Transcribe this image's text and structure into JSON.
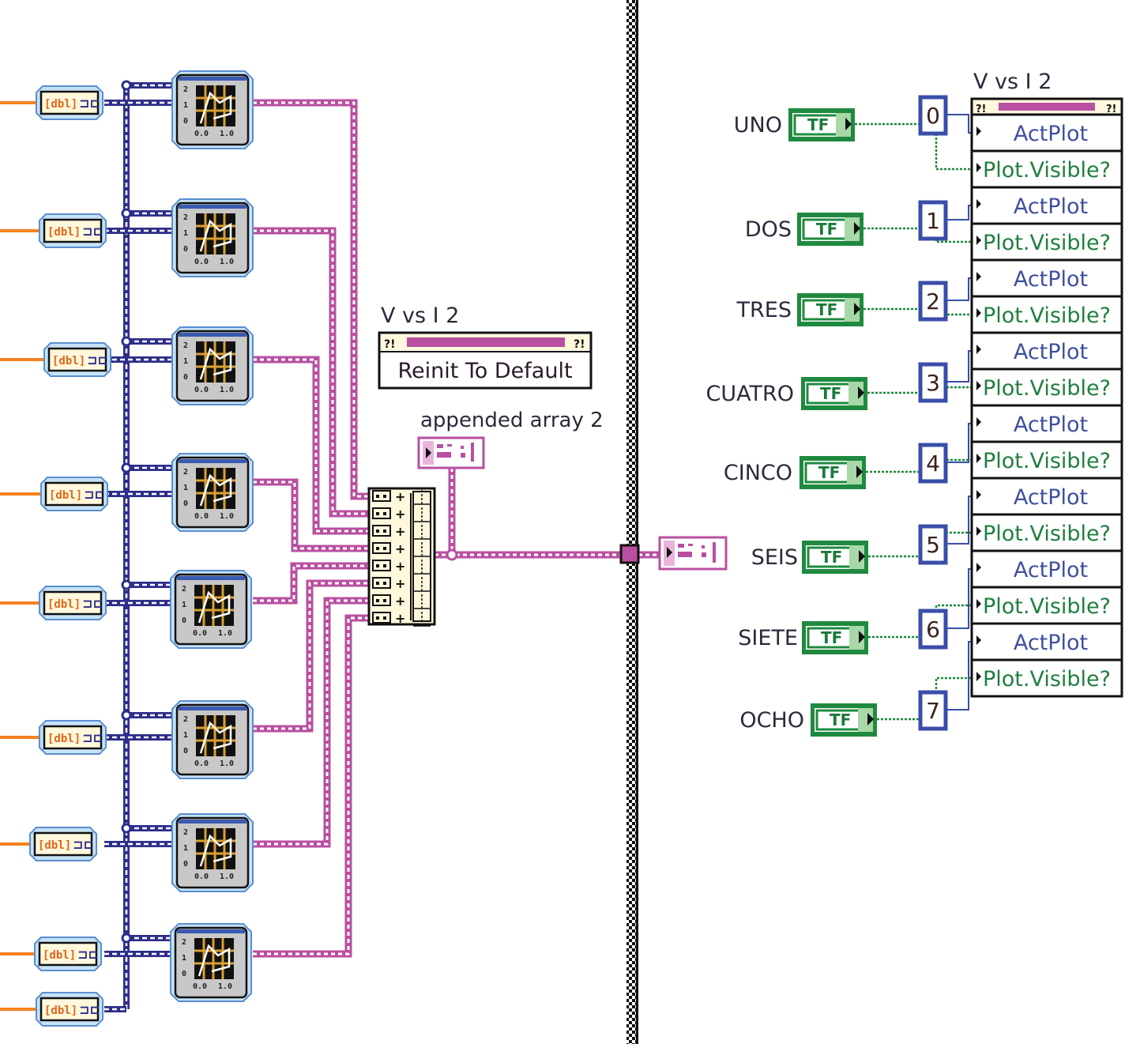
{
  "diagram": {
    "type": "LabVIEW block diagram",
    "left_section": {
      "array_inputs": [
        {
          "glyph": "[dbl]",
          "icon": "array-to-cluster-icon"
        },
        {
          "glyph": "[dbl]",
          "icon": "array-to-cluster-icon"
        },
        {
          "glyph": "[dbl]",
          "icon": "array-to-cluster-icon"
        },
        {
          "glyph": "[dbl]",
          "icon": "array-to-cluster-icon"
        },
        {
          "glyph": "[dbl]",
          "icon": "array-to-cluster-icon"
        },
        {
          "glyph": "[dbl]",
          "icon": "array-to-cluster-icon"
        },
        {
          "glyph": "[dbl]",
          "icon": "array-to-cluster-icon"
        },
        {
          "glyph": "[dbl]",
          "icon": "array-to-cluster-icon"
        },
        {
          "glyph": "[dbl]",
          "icon": "array-to-cluster-icon"
        }
      ],
      "graph_nodes": [
        {
          "icon": "xy-graph-express-icon",
          "y_ticks": [
            "2",
            "1",
            "0"
          ],
          "x_ticks": [
            "0.0",
            "1.0"
          ]
        },
        {
          "icon": "xy-graph-express-icon",
          "y_ticks": [
            "2",
            "1",
            "0"
          ],
          "x_ticks": [
            "0.0",
            "1.0"
          ]
        },
        {
          "icon": "xy-graph-express-icon",
          "y_ticks": [
            "2",
            "1",
            "0"
          ],
          "x_ticks": [
            "0.0",
            "1.0"
          ]
        },
        {
          "icon": "xy-graph-express-icon",
          "y_ticks": [
            "2",
            "1",
            "0"
          ],
          "x_ticks": [
            "0.0",
            "1.0"
          ]
        },
        {
          "icon": "xy-graph-express-icon",
          "y_ticks": [
            "2",
            "1",
            "0"
          ],
          "x_ticks": [
            "0.0",
            "1.0"
          ]
        },
        {
          "icon": "xy-graph-express-icon",
          "y_ticks": [
            "2",
            "1",
            "0"
          ],
          "x_ticks": [
            "0.0",
            "1.0"
          ]
        },
        {
          "icon": "xy-graph-express-icon",
          "y_ticks": [
            "2",
            "1",
            "0"
          ],
          "x_ticks": [
            "0.0",
            "1.0"
          ]
        },
        {
          "icon": "xy-graph-express-icon",
          "y_ticks": [
            "2",
            "1",
            "0"
          ],
          "x_ticks": [
            "0.0",
            "1.0"
          ]
        }
      ],
      "invoke_node": {
        "label": "V vs I 2",
        "method": "Reinit To Default",
        "error_glyph": "?!"
      },
      "build_array": {
        "inputs": 8,
        "icon": "build-array-icon"
      },
      "indicator": {
        "label": "appended array 2",
        "icon": "cluster-array-indicator-icon"
      }
    },
    "right_section": {
      "tunnel_icon": "sequence-tunnel-icon",
      "local_array_icon": "cluster-array-icon",
      "property_node": {
        "label": "V vs I 2",
        "error_glyph": "?!",
        "properties": [
          "ActPlot",
          "Plot.Visible?",
          "ActPlot",
          "Plot.Visible?",
          "ActPlot",
          "Plot.Visible?",
          "ActPlot",
          "Plot.Visible?",
          "ActPlot",
          "Plot.Visible?",
          "ActPlot",
          "Plot.Visible?",
          "ActPlot",
          "Plot.Visible?",
          "ActPlot",
          "Plot.Visible?"
        ]
      },
      "booleans": [
        {
          "label": "UNO",
          "glyph": "TF",
          "index": "0"
        },
        {
          "label": "DOS",
          "glyph": "TF",
          "index": "1"
        },
        {
          "label": "TRES",
          "glyph": "TF",
          "index": "2"
        },
        {
          "label": "CUATRO",
          "glyph": "TF",
          "index": "3"
        },
        {
          "label": "CINCO",
          "glyph": "TF",
          "index": "4"
        },
        {
          "label": "SEIS",
          "glyph": "TF",
          "index": "5"
        },
        {
          "label": "SIETE",
          "glyph": "TF",
          "index": "6"
        },
        {
          "label": "OCHO",
          "glyph": "TF",
          "index": "7"
        }
      ]
    },
    "colors": {
      "dbl_wire": "#f5821f",
      "cluster_wire": "#2e2e8a",
      "array_cluster_wire": "#b94fa0",
      "boolean_wire": "#1a8a3a",
      "int_wire": "#3a4ea8",
      "node_fill": "#fff8dc",
      "boolean_border": "#1f8a3f"
    }
  }
}
